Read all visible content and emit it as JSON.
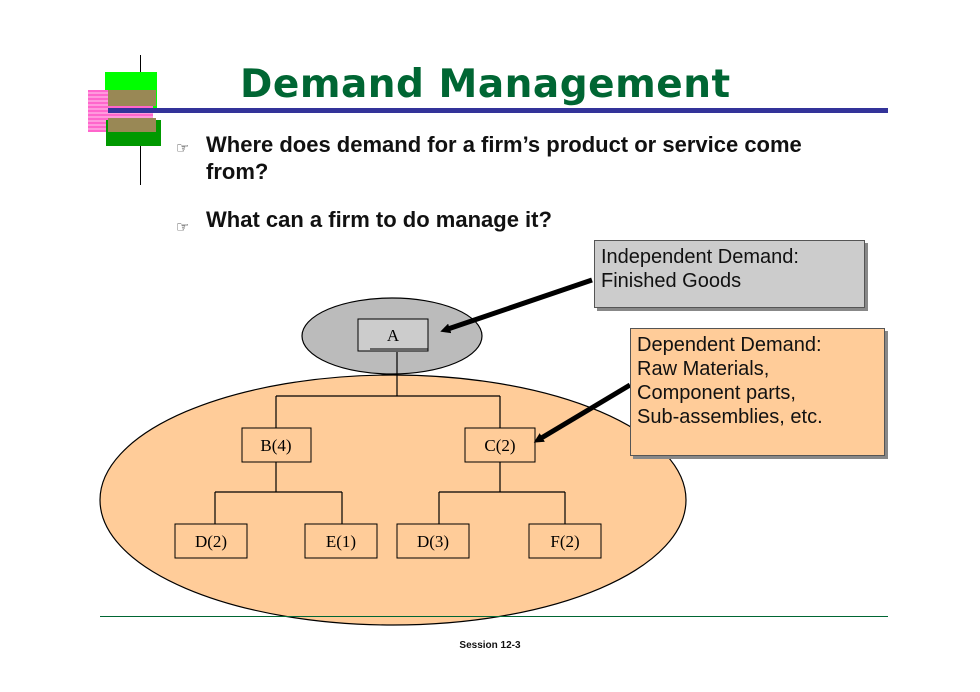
{
  "slide": {
    "title": "Demand Management",
    "bullets": [
      "Where does demand for a firm’s product or service come from?",
      "What can a firm to do manage it?"
    ],
    "bullet_icon": "pointing-hand-icon"
  },
  "diagram": {
    "nodes": [
      {
        "id": "A",
        "label": "A"
      },
      {
        "id": "B",
        "label": "B(4)"
      },
      {
        "id": "C",
        "label": "C(2)"
      },
      {
        "id": "D1",
        "label": "D(2)"
      },
      {
        "id": "E",
        "label": "E(1)"
      },
      {
        "id": "D2",
        "label": "D(3)"
      },
      {
        "id": "F",
        "label": "F(2)"
      }
    ],
    "edges": [
      [
        "A",
        "B"
      ],
      [
        "A",
        "C"
      ],
      [
        "B",
        "D1"
      ],
      [
        "B",
        "E"
      ],
      [
        "C",
        "D2"
      ],
      [
        "C",
        "F"
      ]
    ],
    "callouts": {
      "independent": {
        "line1": "Independent Demand:",
        "line2": "Finished Goods",
        "color": "#cccccc"
      },
      "dependent": {
        "line1": "Dependent Demand:",
        "line2": "Raw Materials,",
        "line3": "Component parts,",
        "line4": "Sub-assemblies, etc.",
        "color": "#ffcc99"
      }
    },
    "colors": {
      "independent_ellipse": "#bbbbbb",
      "dependent_ellipse": "#ffcc99",
      "title": "#006633",
      "title_rule": "#333399"
    }
  },
  "footer": {
    "session": "Session 12-3"
  }
}
